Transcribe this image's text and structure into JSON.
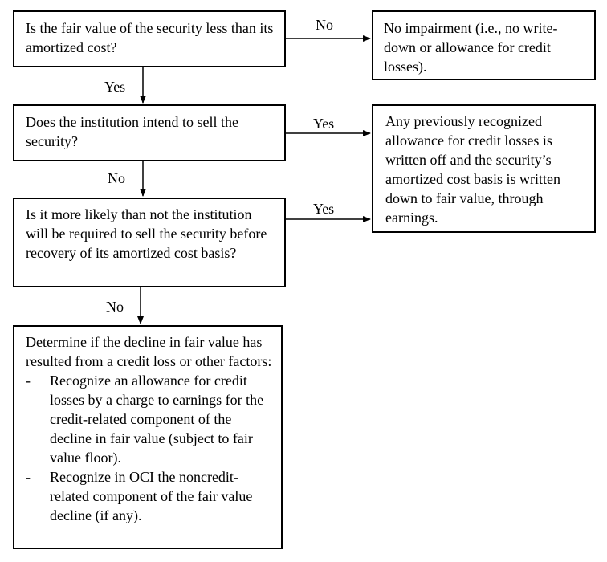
{
  "nodes": {
    "q1": "Is the fair value of the security less than its amortized cost?",
    "no_impairment": "No impairment (i.e., no write-down or allowance for credit losses).",
    "q2": "Does the institution intend to sell the security?",
    "write_off": "Any previously recognized allowance for credit losses is written off and the security’s amortized cost basis is written down to fair value, through earnings.",
    "q3": "Is it more likely than not the institution will be required to sell the security before recovery of its amortized cost basis?",
    "determine": {
      "intro": "Determine if the decline in fair value has resulted from a credit loss or other factors:",
      "bullet_marker": "-",
      "items": [
        "Recognize an allowance for credit losses by a charge to earnings for the credit-related component of the decline in fair value (subject to fair value floor).",
        "Recognize in OCI the noncredit-related component of the fair value decline (if any)."
      ]
    }
  },
  "edges": [
    {
      "from": "q1",
      "to": "no_impairment",
      "label": "No"
    },
    {
      "from": "q1",
      "to": "q2",
      "label": "Yes"
    },
    {
      "from": "q2",
      "to": "write_off",
      "label": "Yes"
    },
    {
      "from": "q2",
      "to": "q3",
      "label": "No"
    },
    {
      "from": "q3",
      "to": "write_off",
      "label": "Yes"
    },
    {
      "from": "q3",
      "to": "determine",
      "label": "No"
    }
  ]
}
